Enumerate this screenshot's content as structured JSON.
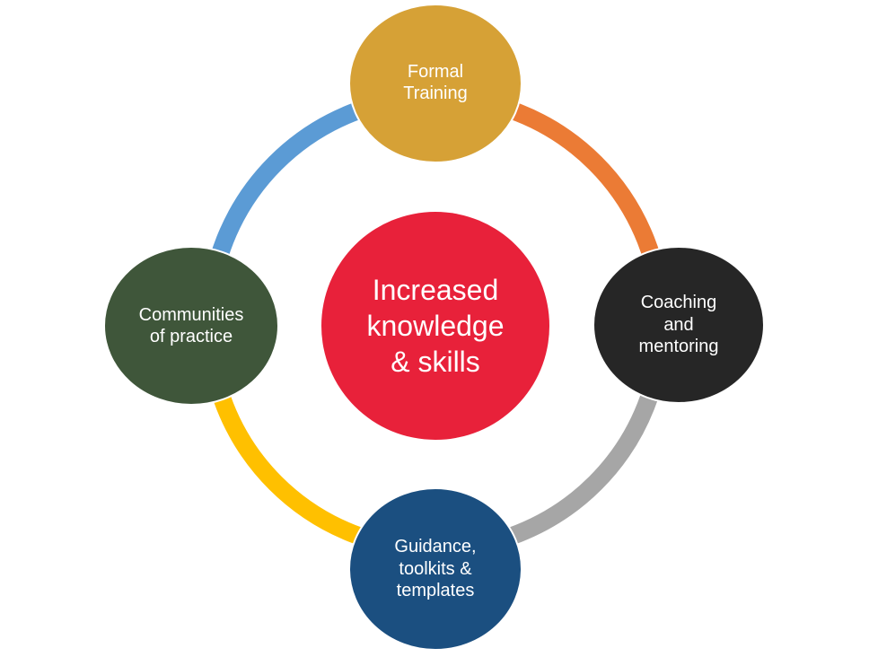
{
  "diagram": {
    "center": {
      "lines": [
        "Increased",
        "knowledge",
        "& skills"
      ],
      "color": "#E8213A"
    },
    "nodes": {
      "top": {
        "lines": [
          "Formal",
          "Training"
        ],
        "color": "#D6A136"
      },
      "right": {
        "lines": [
          "Coaching",
          "and",
          "mentoring"
        ],
        "color": "#262626"
      },
      "bottom": {
        "lines": [
          "Guidance,",
          "toolkits &",
          "templates"
        ],
        "color": "#1B4F80"
      },
      "left": {
        "lines": [
          "Communities",
          "of practice"
        ],
        "color": "#3F563A"
      }
    },
    "ring_colors": {
      "top_right": "#EB7B35",
      "bottom_right": "#A6A6A6",
      "bottom_left": "#FFC000",
      "top_left": "#5B9BD5"
    }
  }
}
